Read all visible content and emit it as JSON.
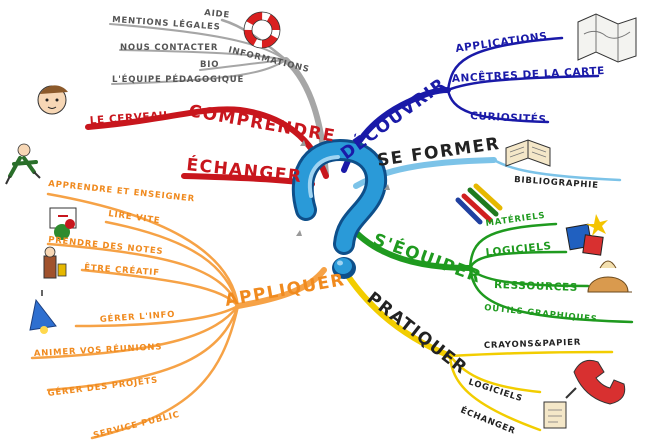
{
  "center": {
    "symbol": "?",
    "color": "#1f8fd0"
  },
  "colors": {
    "grey": "#a6a6a6",
    "red": "#c8161d",
    "blue": "#1a1aa8",
    "skyblue": "#7cc3e8",
    "green": "#1f9a1f",
    "yellow": "#f2cd00",
    "orange": "#f6a246"
  },
  "branches": {
    "informations": {
      "label": "INFORMATIONS",
      "items": [
        "AIDE",
        "MENTIONS LÉGALES",
        "NOUS CONTACTER",
        "BIO",
        "L'ÉQUIPE PÉDAGOGIQUE"
      ]
    },
    "comprendre": {
      "label": "COMPRENDRE",
      "items": [
        "LE CERVEAU"
      ]
    },
    "echanger": {
      "label": "ÉCHANGER"
    },
    "decouvrir": {
      "label": "DÉCOUVRIR",
      "items": [
        "APPLICATIONS",
        "ANCÊTRES DE LA CARTE",
        "CURIOSITÉS"
      ]
    },
    "se_former": {
      "label": "SE FORMER",
      "items": [
        "BIBLIOGRAPHIE"
      ]
    },
    "sequiper": {
      "label": "S'ÉQUIPER",
      "items": [
        "MATÉRIELS",
        "LOGICIELS",
        "RESSOURCES",
        "OUTILS GRAPHIQUES"
      ]
    },
    "pratiquer": {
      "label": "PRATIQUER",
      "items": [
        "CRAYONS&PAPIER",
        "LOGICIELS",
        "ÉCHANGER"
      ]
    },
    "appliquer": {
      "label": "APPLIQUER",
      "items": [
        "APPRENDRE ET ENSEIGNER",
        "LIRE VITE",
        "PRENDRE DES NOTES",
        "ÊTRE CRÉATIF",
        "GÉRER L'INFO",
        "ANIMER VOS RÉUNIONS",
        "GÉRER DES PROJETS",
        "SERVICE PUBLIC"
      ]
    }
  },
  "icons": [
    "lifebuoy-icon",
    "head-icon",
    "map-icon",
    "book-icon",
    "pencils-icon",
    "software-icon",
    "bread-icon",
    "sport-icon",
    "painter-icon",
    "reader-icon",
    "lamp-icon",
    "phone-icon",
    "writer-icon"
  ]
}
